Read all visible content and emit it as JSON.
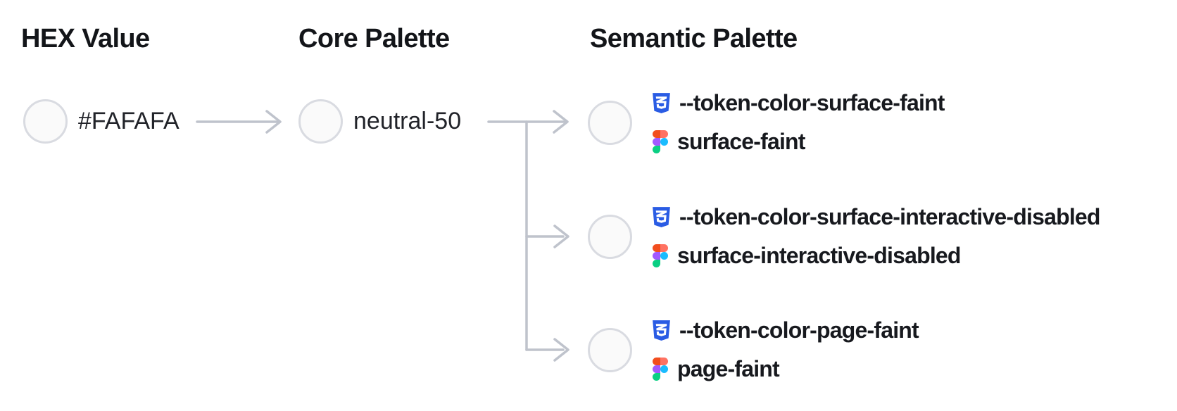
{
  "diagram": {
    "title": "color token mapping flow",
    "headers": {
      "hex": "HEX Value",
      "core": "Core Palette",
      "semantic": "Semantic Palette"
    },
    "hex": {
      "value": "#FAFAFA",
      "swatch_color": "#FAFAFA"
    },
    "core": {
      "name": "neutral-50",
      "swatch_color": "#FAFAFA"
    },
    "semantic_tokens": [
      {
        "css_variable": "--token-color-surface-faint",
        "figma_name": "surface-faint",
        "swatch_color": "#FAFAFA"
      },
      {
        "css_variable": "--token-color-surface-interactive-disabled",
        "figma_name": "surface-interactive-disabled",
        "swatch_color": "#FAFAFA"
      },
      {
        "css_variable": "--token-color-page-faint",
        "figma_name": "page-faint",
        "swatch_color": "#FAFAFA"
      }
    ],
    "icons": {
      "css": "css3-shield-icon",
      "figma": "figma-logo-icon"
    },
    "colors": {
      "connector": "#bfc3cc",
      "swatch_border": "#d9dbe1",
      "swatch_fill": "#FAFAFA",
      "heading_text": "#131519",
      "token_text": "#17191e",
      "css_icon_blue": "#2a5ce4",
      "figma_red": "#f24e1e",
      "figma_salmon": "#ff7262",
      "figma_purple": "#a259ff",
      "figma_blue": "#1abcfe",
      "figma_green": "#0acf83"
    }
  }
}
